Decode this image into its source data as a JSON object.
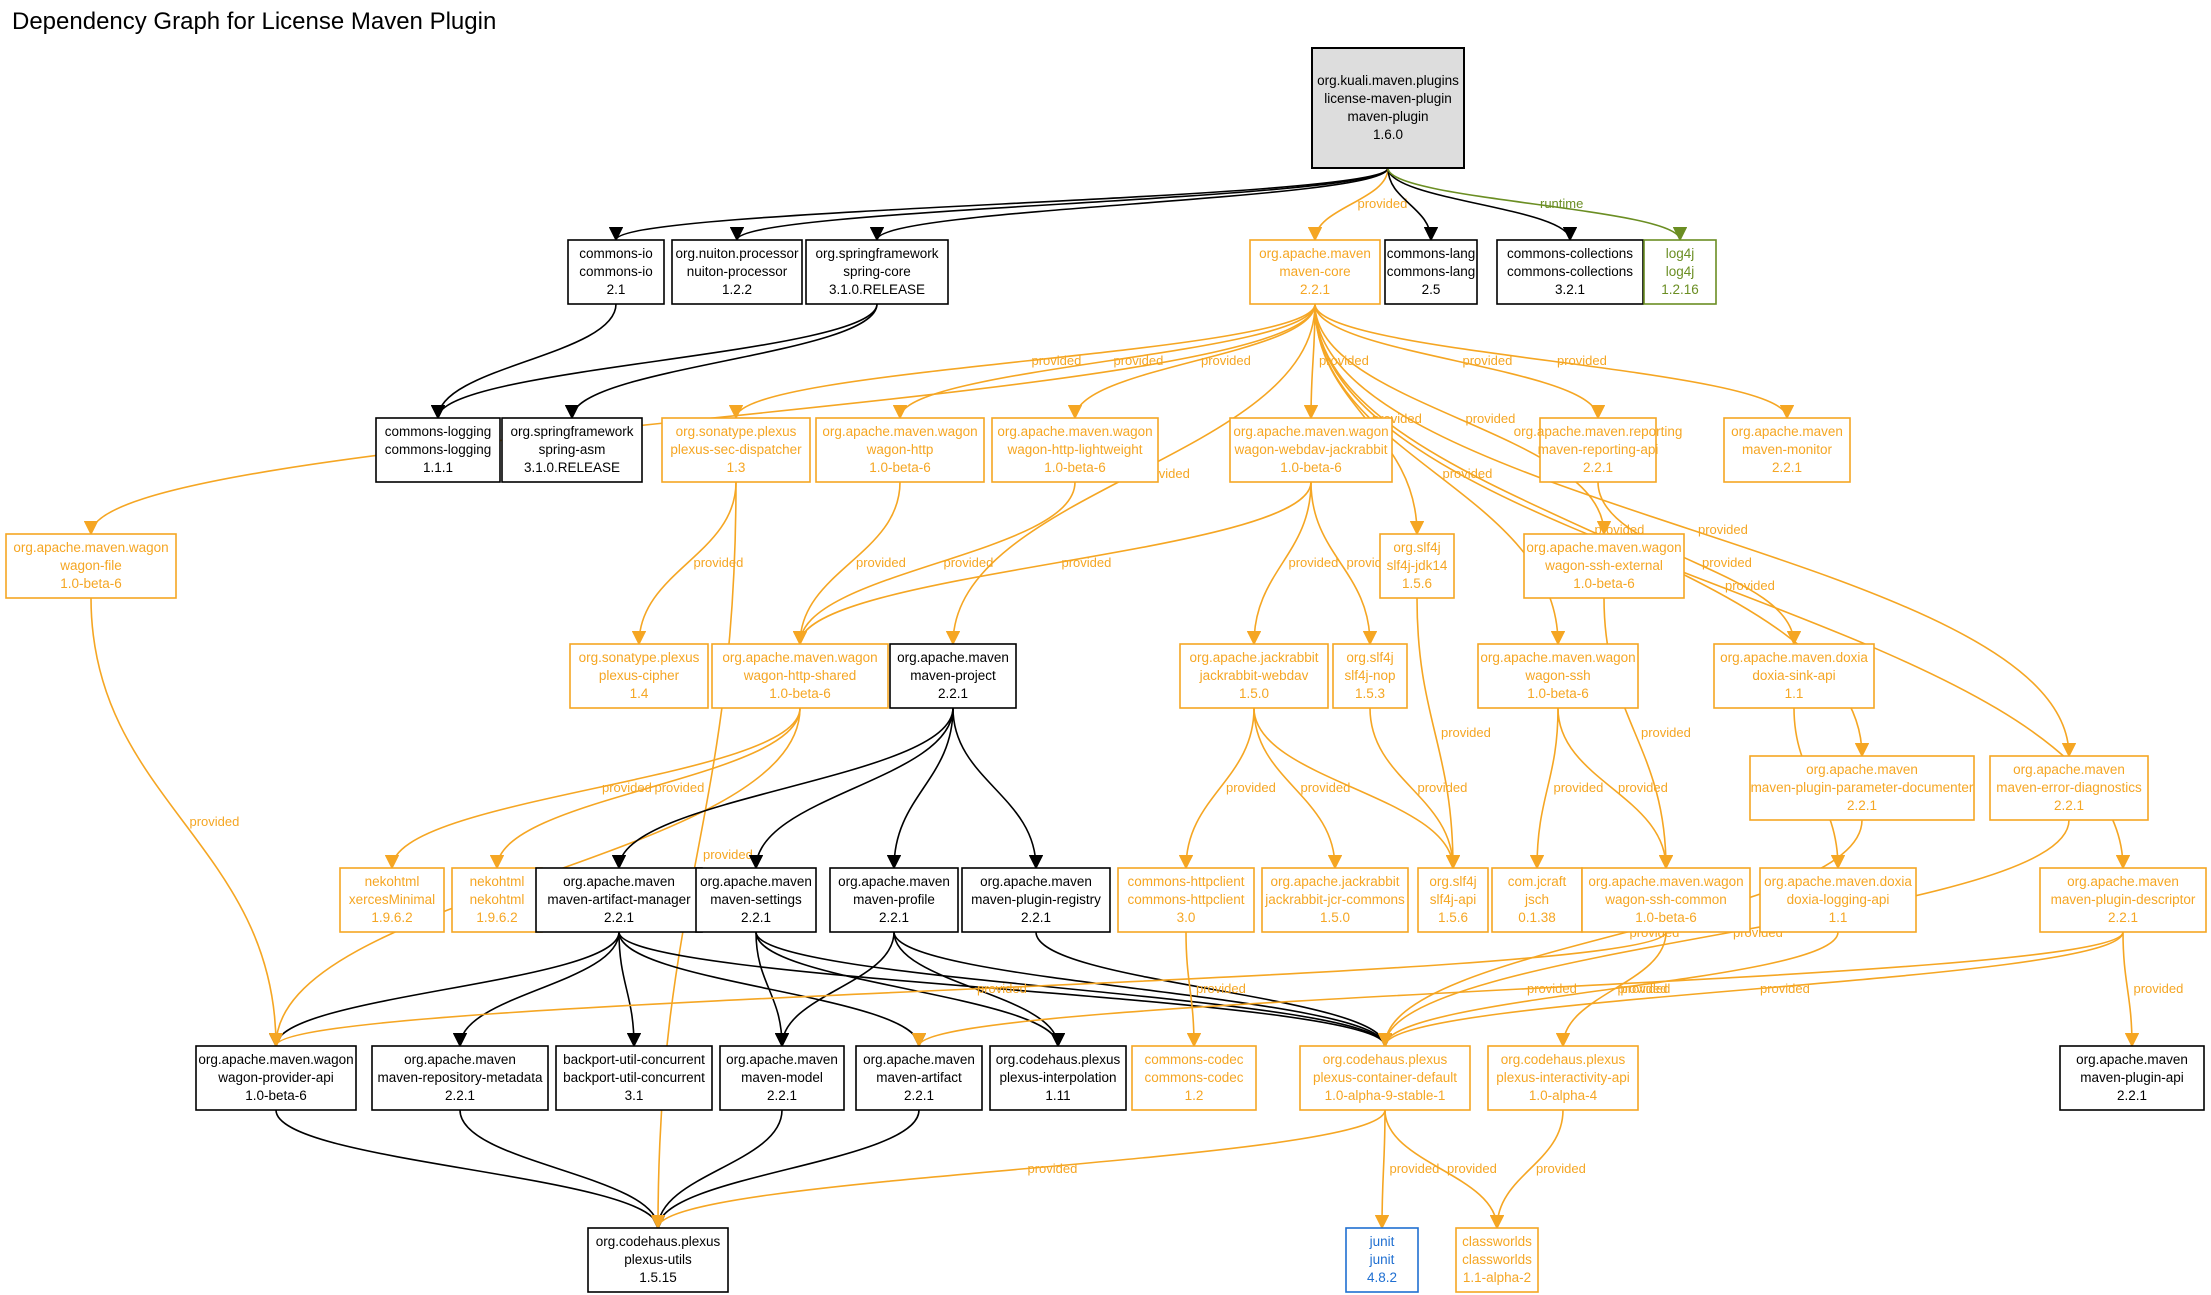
{
  "title": "Dependency Graph for License Maven Plugin",
  "colors": {
    "compile": "#000000",
    "provided": "#f5a623",
    "runtime": "#6b8e23",
    "test": "#1f6fd1",
    "root_fill": "#dddddd"
  },
  "nodes": [
    {
      "id": "root",
      "lines": [
        "org.kuali.maven.plugins",
        "license-maven-plugin",
        "maven-plugin",
        "1.6.0"
      ],
      "scope": "root"
    },
    {
      "id": "commons-io",
      "lines": [
        "commons-io",
        "commons-io",
        "2.1"
      ],
      "scope": "compile"
    },
    {
      "id": "nuiton-processor",
      "lines": [
        "org.nuiton.processor",
        "nuiton-processor",
        "1.2.2"
      ],
      "scope": "compile"
    },
    {
      "id": "spring-core",
      "lines": [
        "org.springframework",
        "spring-core",
        "3.1.0.RELEASE"
      ],
      "scope": "compile"
    },
    {
      "id": "maven-core",
      "lines": [
        "org.apache.maven",
        "maven-core",
        "2.2.1"
      ],
      "scope": "provided"
    },
    {
      "id": "commons-lang",
      "lines": [
        "commons-lang",
        "commons-lang",
        "2.5"
      ],
      "scope": "compile"
    },
    {
      "id": "commons-collections",
      "lines": [
        "commons-collections",
        "commons-collections",
        "3.2.1"
      ],
      "scope": "compile"
    },
    {
      "id": "log4j",
      "lines": [
        "log4j",
        "log4j",
        "1.2.16"
      ],
      "scope": "runtime"
    },
    {
      "id": "commons-logging",
      "lines": [
        "commons-logging",
        "commons-logging",
        "1.1.1"
      ],
      "scope": "compile"
    },
    {
      "id": "spring-asm",
      "lines": [
        "org.springframework",
        "spring-asm",
        "3.1.0.RELEASE"
      ],
      "scope": "compile"
    },
    {
      "id": "plexus-sec-dispatcher",
      "lines": [
        "org.sonatype.plexus",
        "plexus-sec-dispatcher",
        "1.3"
      ],
      "scope": "provided"
    },
    {
      "id": "wagon-http",
      "lines": [
        "org.apache.maven.wagon",
        "wagon-http",
        "1.0-beta-6"
      ],
      "scope": "provided"
    },
    {
      "id": "wagon-http-lightweight",
      "lines": [
        "org.apache.maven.wagon",
        "wagon-http-lightweight",
        "1.0-beta-6"
      ],
      "scope": "provided"
    },
    {
      "id": "wagon-webdav-jackrabbit",
      "lines": [
        "org.apache.maven.wagon",
        "wagon-webdav-jackrabbit",
        "1.0-beta-6"
      ],
      "scope": "provided"
    },
    {
      "id": "maven-reporting-api",
      "lines": [
        "org.apache.maven.reporting",
        "maven-reporting-api",
        "2.2.1"
      ],
      "scope": "provided"
    },
    {
      "id": "maven-monitor",
      "lines": [
        "org.apache.maven",
        "maven-monitor",
        "2.2.1"
      ],
      "scope": "provided"
    },
    {
      "id": "wagon-file",
      "lines": [
        "org.apache.maven.wagon",
        "wagon-file",
        "1.0-beta-6"
      ],
      "scope": "provided"
    },
    {
      "id": "slf4j-jdk14",
      "lines": [
        "org.slf4j",
        "slf4j-jdk14",
        "1.5.6"
      ],
      "scope": "provided"
    },
    {
      "id": "wagon-ssh-external",
      "lines": [
        "org.apache.maven.wagon",
        "wagon-ssh-external",
        "1.0-beta-6"
      ],
      "scope": "provided"
    },
    {
      "id": "plexus-cipher",
      "lines": [
        "org.sonatype.plexus",
        "plexus-cipher",
        "1.4"
      ],
      "scope": "provided"
    },
    {
      "id": "wagon-http-shared",
      "lines": [
        "org.apache.maven.wagon",
        "wagon-http-shared",
        "1.0-beta-6"
      ],
      "scope": "provided"
    },
    {
      "id": "maven-project",
      "lines": [
        "org.apache.maven",
        "maven-project",
        "2.2.1"
      ],
      "scope": "compile"
    },
    {
      "id": "jackrabbit-webdav",
      "lines": [
        "org.apache.jackrabbit",
        "jackrabbit-webdav",
        "1.5.0"
      ],
      "scope": "provided"
    },
    {
      "id": "slf4j-nop",
      "lines": [
        "org.slf4j",
        "slf4j-nop",
        "1.5.3"
      ],
      "scope": "provided"
    },
    {
      "id": "wagon-ssh",
      "lines": [
        "org.apache.maven.wagon",
        "wagon-ssh",
        "1.0-beta-6"
      ],
      "scope": "provided"
    },
    {
      "id": "doxia-sink-api",
      "lines": [
        "org.apache.maven.doxia",
        "doxia-sink-api",
        "1.1"
      ],
      "scope": "provided"
    },
    {
      "id": "plugin-parameter-documenter",
      "lines": [
        "org.apache.maven",
        "maven-plugin-parameter-documenter",
        "2.2.1"
      ],
      "scope": "provided"
    },
    {
      "id": "maven-error-diagnostics",
      "lines": [
        "org.apache.maven",
        "maven-error-diagnostics",
        "2.2.1"
      ],
      "scope": "provided"
    },
    {
      "id": "xercesMinimal",
      "lines": [
        "nekohtml",
        "xercesMinimal",
        "1.9.6.2"
      ],
      "scope": "provided"
    },
    {
      "id": "nekohtml",
      "lines": [
        "nekohtml",
        "nekohtml",
        "1.9.6.2"
      ],
      "scope": "provided"
    },
    {
      "id": "maven-artifact-manager",
      "lines": [
        "org.apache.maven",
        "maven-artifact-manager",
        "2.2.1"
      ],
      "scope": "compile"
    },
    {
      "id": "maven-settings",
      "lines": [
        "org.apache.maven",
        "maven-settings",
        "2.2.1"
      ],
      "scope": "compile"
    },
    {
      "id": "maven-profile",
      "lines": [
        "org.apache.maven",
        "maven-profile",
        "2.2.1"
      ],
      "scope": "compile"
    },
    {
      "id": "maven-plugin-registry",
      "lines": [
        "org.apache.maven",
        "maven-plugin-registry",
        "2.2.1"
      ],
      "scope": "compile"
    },
    {
      "id": "commons-httpclient",
      "lines": [
        "commons-httpclient",
        "commons-httpclient",
        "3.0"
      ],
      "scope": "provided"
    },
    {
      "id": "jackrabbit-jcr-commons",
      "lines": [
        "org.apache.jackrabbit",
        "jackrabbit-jcr-commons",
        "1.5.0"
      ],
      "scope": "provided"
    },
    {
      "id": "slf4j-api",
      "lines": [
        "org.slf4j",
        "slf4j-api",
        "1.5.6"
      ],
      "scope": "provided"
    },
    {
      "id": "jsch",
      "lines": [
        "com.jcraft",
        "jsch",
        "0.1.38"
      ],
      "scope": "provided"
    },
    {
      "id": "wagon-ssh-common",
      "lines": [
        "org.apache.maven.wagon",
        "wagon-ssh-common",
        "1.0-beta-6"
      ],
      "scope": "provided"
    },
    {
      "id": "doxia-logging-api",
      "lines": [
        "org.apache.maven.doxia",
        "doxia-logging-api",
        "1.1"
      ],
      "scope": "provided"
    },
    {
      "id": "maven-plugin-descriptor",
      "lines": [
        "org.apache.maven",
        "maven-plugin-descriptor",
        "2.2.1"
      ],
      "scope": "provided"
    },
    {
      "id": "wagon-provider-api",
      "lines": [
        "org.apache.maven.wagon",
        "wagon-provider-api",
        "1.0-beta-6"
      ],
      "scope": "compile"
    },
    {
      "id": "maven-repository-metadata",
      "lines": [
        "org.apache.maven",
        "maven-repository-metadata",
        "2.2.1"
      ],
      "scope": "compile"
    },
    {
      "id": "backport-util-concurrent",
      "lines": [
        "backport-util-concurrent",
        "backport-util-concurrent",
        "3.1"
      ],
      "scope": "compile"
    },
    {
      "id": "maven-model",
      "lines": [
        "org.apache.maven",
        "maven-model",
        "2.2.1"
      ],
      "scope": "compile"
    },
    {
      "id": "maven-artifact",
      "lines": [
        "org.apache.maven",
        "maven-artifact",
        "2.2.1"
      ],
      "scope": "compile"
    },
    {
      "id": "plexus-interpolation",
      "lines": [
        "org.codehaus.plexus",
        "plexus-interpolation",
        "1.11"
      ],
      "scope": "compile"
    },
    {
      "id": "commons-codec",
      "lines": [
        "commons-codec",
        "commons-codec",
        "1.2"
      ],
      "scope": "provided"
    },
    {
      "id": "plexus-container-default",
      "lines": [
        "org.codehaus.plexus",
        "plexus-container-default",
        "1.0-alpha-9-stable-1"
      ],
      "scope": "provided"
    },
    {
      "id": "plexus-interactivity-api",
      "lines": [
        "org.codehaus.plexus",
        "plexus-interactivity-api",
        "1.0-alpha-4"
      ],
      "scope": "provided"
    },
    {
      "id": "maven-plugin-api",
      "lines": [
        "org.apache.maven",
        "maven-plugin-api",
        "2.2.1"
      ],
      "scope": "compile"
    },
    {
      "id": "plexus-utils",
      "lines": [
        "org.codehaus.plexus",
        "plexus-utils",
        "1.5.15"
      ],
      "scope": "compile"
    },
    {
      "id": "junit",
      "lines": [
        "junit",
        "junit",
        "4.8.2"
      ],
      "scope": "test"
    },
    {
      "id": "classworlds",
      "lines": [
        "classworlds",
        "classworlds",
        "1.1-alpha-2"
      ],
      "scope": "provided"
    }
  ],
  "edges": [
    {
      "from": "root",
      "to": "commons-io",
      "scope": "compile"
    },
    {
      "from": "root",
      "to": "nuiton-processor",
      "scope": "compile"
    },
    {
      "from": "root",
      "to": "spring-core",
      "scope": "compile"
    },
    {
      "from": "root",
      "to": "maven-core",
      "scope": "provided",
      "label": "provided"
    },
    {
      "from": "root",
      "to": "commons-lang",
      "scope": "compile"
    },
    {
      "from": "root",
      "to": "commons-collections",
      "scope": "compile"
    },
    {
      "from": "root",
      "to": "log4j",
      "scope": "runtime",
      "label": "runtime"
    },
    {
      "from": "commons-io",
      "to": "commons-logging",
      "scope": "compile"
    },
    {
      "from": "spring-core",
      "to": "commons-logging",
      "scope": "compile"
    },
    {
      "from": "spring-core",
      "to": "spring-asm",
      "scope": "compile"
    },
    {
      "from": "maven-core",
      "to": "wagon-file",
      "scope": "provided"
    },
    {
      "from": "maven-core",
      "to": "plexus-sec-dispatcher",
      "scope": "provided",
      "label": "provided"
    },
    {
      "from": "maven-core",
      "to": "wagon-http",
      "scope": "provided",
      "label": "provided"
    },
    {
      "from": "maven-core",
      "to": "wagon-http-lightweight",
      "scope": "provided",
      "label": "provided"
    },
    {
      "from": "maven-core",
      "to": "maven-project",
      "scope": "provided",
      "label": "provided"
    },
    {
      "from": "maven-core",
      "to": "wagon-webdav-jackrabbit",
      "scope": "provided",
      "label": "provided"
    },
    {
      "from": "maven-core",
      "to": "slf4j-jdk14",
      "scope": "provided",
      "label": "provided"
    },
    {
      "from": "maven-core",
      "to": "wagon-ssh",
      "scope": "provided",
      "label": "provided"
    },
    {
      "from": "maven-core",
      "to": "wagon-ssh-external",
      "scope": "provided",
      "label": "provided"
    },
    {
      "from": "maven-core",
      "to": "maven-reporting-api",
      "scope": "provided",
      "label": "provided"
    },
    {
      "from": "maven-core",
      "to": "maven-monitor",
      "scope": "provided",
      "label": "provided"
    },
    {
      "from": "maven-core",
      "to": "plugin-parameter-documenter",
      "scope": "provided",
      "label": "provided"
    },
    {
      "from": "maven-core",
      "to": "maven-error-diagnostics",
      "scope": "provided",
      "label": "provided"
    },
    {
      "from": "maven-core",
      "to": "maven-plugin-descriptor",
      "scope": "provided",
      "label": "provided"
    },
    {
      "from": "plexus-sec-dispatcher",
      "to": "plexus-cipher",
      "scope": "provided",
      "label": "provided"
    },
    {
      "from": "plexus-sec-dispatcher",
      "to": "plexus-utils",
      "scope": "provided",
      "label": "provided"
    },
    {
      "from": "wagon-http",
      "to": "wagon-http-shared",
      "scope": "provided",
      "label": "provided"
    },
    {
      "from": "wagon-http-lightweight",
      "to": "wagon-http-shared",
      "scope": "provided",
      "label": "provided"
    },
    {
      "from": "wagon-webdav-jackrabbit",
      "to": "wagon-http-shared",
      "scope": "provided",
      "label": "provided"
    },
    {
      "from": "wagon-webdav-jackrabbit",
      "to": "jackrabbit-webdav",
      "scope": "provided",
      "label": "provided"
    },
    {
      "from": "wagon-webdav-jackrabbit",
      "to": "slf4j-nop",
      "scope": "provided",
      "label": "provided"
    },
    {
      "from": "maven-reporting-api",
      "to": "doxia-sink-api",
      "scope": "provided",
      "label": "provided"
    },
    {
      "from": "wagon-file",
      "to": "wagon-provider-api",
      "scope": "provided",
      "label": "provided"
    },
    {
      "from": "slf4j-jdk14",
      "to": "slf4j-api",
      "scope": "provided",
      "label": "provided"
    },
    {
      "from": "wagon-ssh-external",
      "to": "wagon-ssh-common",
      "scope": "provided",
      "label": "provided"
    },
    {
      "from": "wagon-http-shared",
      "to": "xercesMinimal",
      "scope": "provided",
      "label": "provided"
    },
    {
      "from": "wagon-http-shared",
      "to": "nekohtml",
      "scope": "provided",
      "label": "provided"
    },
    {
      "from": "wagon-http-shared",
      "to": "wagon-provider-api",
      "scope": "provided",
      "label": "provided"
    },
    {
      "from": "maven-project",
      "to": "maven-artifact-manager",
      "scope": "compile"
    },
    {
      "from": "maven-project",
      "to": "maven-settings",
      "scope": "compile"
    },
    {
      "from": "maven-project",
      "to": "maven-profile",
      "scope": "compile"
    },
    {
      "from": "maven-project",
      "to": "maven-plugin-registry",
      "scope": "compile"
    },
    {
      "from": "jackrabbit-webdav",
      "to": "commons-httpclient",
      "scope": "provided",
      "label": "provided"
    },
    {
      "from": "jackrabbit-webdav",
      "to": "jackrabbit-jcr-commons",
      "scope": "provided",
      "label": "provided"
    },
    {
      "from": "jackrabbit-webdav",
      "to": "slf4j-api",
      "scope": "provided"
    },
    {
      "from": "slf4j-nop",
      "to": "slf4j-api",
      "scope": "provided",
      "label": "provided"
    },
    {
      "from": "wagon-ssh",
      "to": "jsch",
      "scope": "provided",
      "label": "provided"
    },
    {
      "from": "wagon-ssh",
      "to": "wagon-ssh-common",
      "scope": "provided",
      "label": "provided"
    },
    {
      "from": "doxia-sink-api",
      "to": "doxia-logging-api",
      "scope": "provided",
      "label": "provided"
    },
    {
      "from": "plugin-parameter-documenter",
      "to": "plexus-container-default",
      "scope": "provided",
      "label": "provided"
    },
    {
      "from": "maven-error-diagnostics",
      "to": "plexus-container-default",
      "scope": "provided",
      "label": "provided"
    },
    {
      "from": "maven-artifact-manager",
      "to": "wagon-provider-api",
      "scope": "compile"
    },
    {
      "from": "maven-artifact-manager",
      "to": "maven-repository-metadata",
      "scope": "compile"
    },
    {
      "from": "maven-artifact-manager",
      "to": "backport-util-concurrent",
      "scope": "compile"
    },
    {
      "from": "maven-artifact-manager",
      "to": "maven-artifact",
      "scope": "compile"
    },
    {
      "from": "maven-artifact-manager",
      "to": "plexus-container-default",
      "scope": "compile"
    },
    {
      "from": "maven-settings",
      "to": "maven-model",
      "scope": "compile"
    },
    {
      "from": "maven-settings",
      "to": "plexus-interpolation",
      "scope": "compile"
    },
    {
      "from": "maven-settings",
      "to": "plexus-container-default",
      "scope": "compile"
    },
    {
      "from": "maven-profile",
      "to": "maven-model",
      "scope": "compile"
    },
    {
      "from": "maven-profile",
      "to": "plexus-interpolation",
      "scope": "compile"
    },
    {
      "from": "maven-profile",
      "to": "plexus-container-default",
      "scope": "compile"
    },
    {
      "from": "maven-plugin-registry",
      "to": "plexus-container-default",
      "scope": "compile"
    },
    {
      "from": "commons-httpclient",
      "to": "commons-codec",
      "scope": "provided",
      "label": "provided"
    },
    {
      "from": "wagon-ssh-common",
      "to": "plexus-interactivity-api",
      "scope": "provided",
      "label": "provided"
    },
    {
      "from": "wagon-ssh-common",
      "to": "wagon-provider-api",
      "scope": "provided",
      "label": "provided"
    },
    {
      "from": "doxia-logging-api",
      "to": "plexus-container-default",
      "scope": "provided",
      "label": "provided"
    },
    {
      "from": "maven-plugin-descriptor",
      "to": "plexus-container-default",
      "scope": "provided",
      "label": "provided"
    },
    {
      "from": "maven-plugin-descriptor",
      "to": "maven-artifact",
      "scope": "provided",
      "label": "provided"
    },
    {
      "from": "maven-plugin-descriptor",
      "to": "maven-plugin-api",
      "scope": "provided",
      "label": "provided"
    },
    {
      "from": "wagon-provider-api",
      "to": "plexus-utils",
      "scope": "compile"
    },
    {
      "from": "maven-repository-metadata",
      "to": "plexus-utils",
      "scope": "compile"
    },
    {
      "from": "maven-model",
      "to": "plexus-utils",
      "scope": "compile"
    },
    {
      "from": "maven-artifact",
      "to": "plexus-utils",
      "scope": "compile"
    },
    {
      "from": "plexus-container-default",
      "to": "plexus-utils",
      "scope": "provided",
      "label": "provided"
    },
    {
      "from": "plexus-container-default",
      "to": "junit",
      "scope": "test",
      "label": "provided"
    },
    {
      "from": "plexus-container-default",
      "to": "classworlds",
      "scope": "provided",
      "label": "provided"
    },
    {
      "from": "plexus-interactivity-api",
      "to": "classworlds",
      "scope": "provided",
      "label": "provided"
    }
  ]
}
